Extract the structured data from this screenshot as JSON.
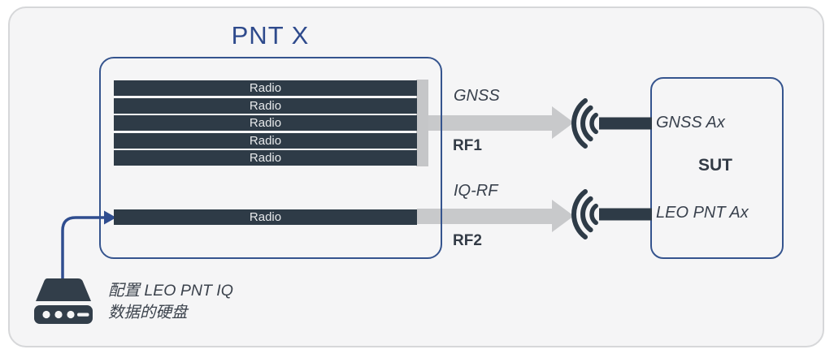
{
  "colors": {
    "accent_blue": "#2f4d8f",
    "box_border_blue": "#35548e",
    "title_blue": "#2e4a8c",
    "dark_slate": "#2e3b47",
    "arrow_gray": "#c8c9cb",
    "label_dark": "#39414d",
    "canvas_bg": "#f5f5f6"
  },
  "diagram": {
    "title": "PNT X",
    "pnt_box": {
      "radios": [
        "Radio",
        "Radio",
        "Radio",
        "Radio",
        "Radio"
      ],
      "iq_radio": "Radio"
    },
    "link1": {
      "signal": "GNSS",
      "port": "RF1"
    },
    "link2": {
      "signal": "IQ-RF",
      "port": "RF2"
    },
    "sut": {
      "title": "SUT",
      "input_top": "GNSS Ax",
      "input_bottom": "LEO PNT Ax"
    },
    "drive": {
      "caption_line1": "配置 LEO PNT IQ",
      "caption_line2": "数据的硬盘"
    },
    "icons": {
      "antenna": "antenna-icon",
      "hard_drive": "hard-drive-icon"
    }
  }
}
